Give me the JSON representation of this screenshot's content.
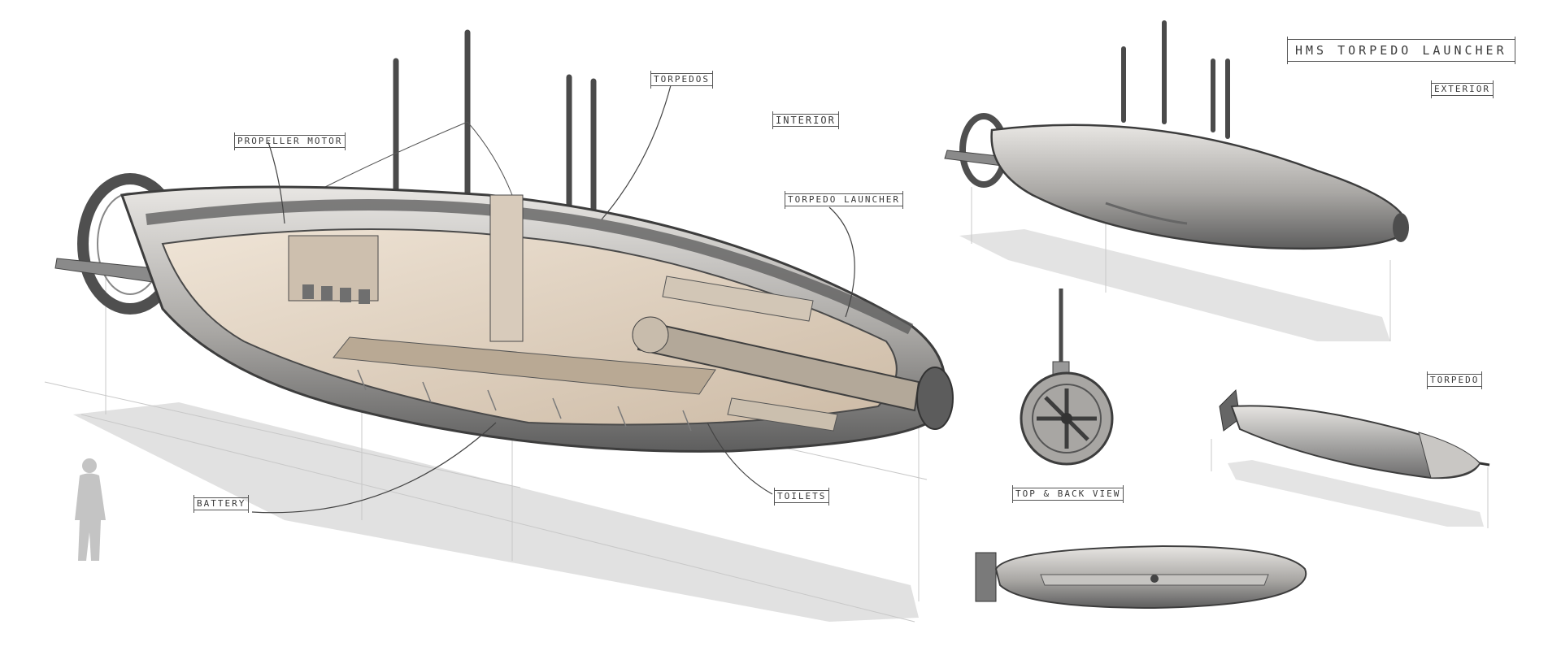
{
  "sheet": {
    "title": "HMS Torpedo Launcher",
    "labels": {
      "interior": "Interior",
      "exterior": "Exterior",
      "torpedo": "Torpedo",
      "top_back_view": "Top & Back View",
      "propeller_motor": "Propeller Motor",
      "torpedos": "Torpedos",
      "torpedo_launcher": "Torpedo Launcher",
      "battery": "Battery",
      "toilets": "Toilets"
    }
  },
  "colors": {
    "hull_dark": "#6f6f6f",
    "hull_mid": "#9c9c9c",
    "hull_light": "#d6d4d1",
    "interior_warm": "#e9dccd",
    "shadow": "#cfcfcf",
    "ink": "#3a3a3a"
  }
}
